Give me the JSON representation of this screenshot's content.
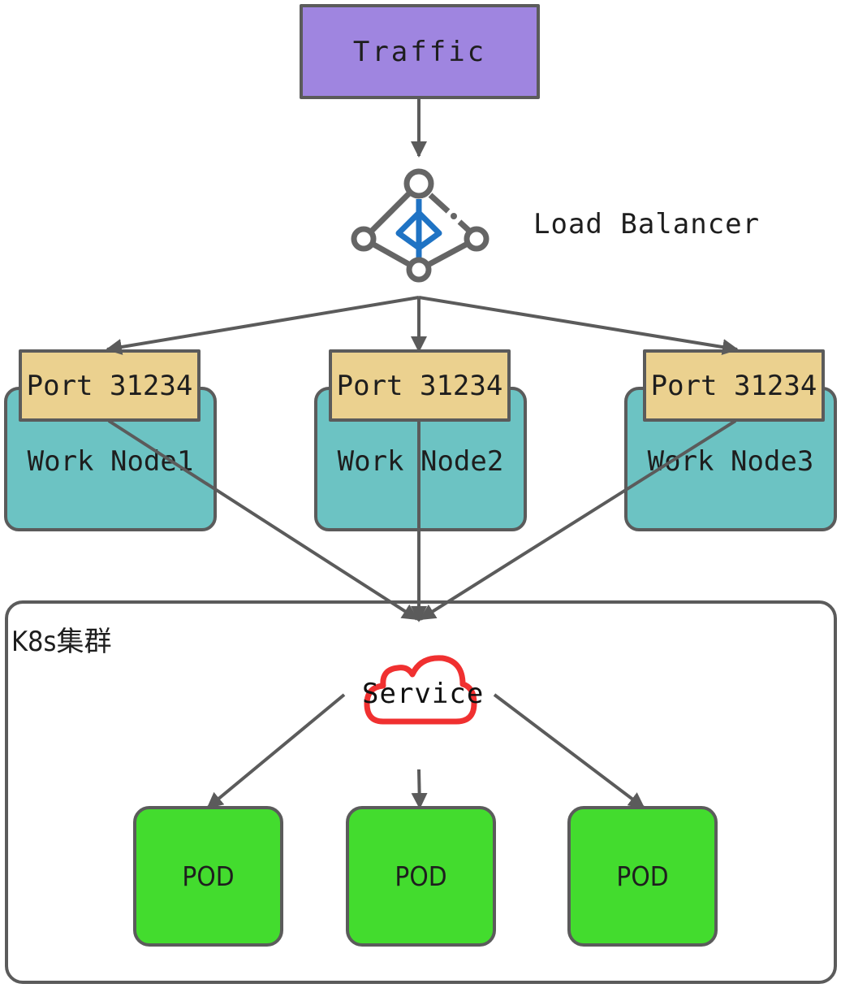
{
  "traffic": {
    "label": "Traffic"
  },
  "load_balancer": {
    "label": "Load Balancer",
    "icon": "load-balancer-icon"
  },
  "work_nodes": [
    {
      "label": "Work Node1",
      "port": "Port 31234"
    },
    {
      "label": "Work Node2",
      "port": "Port 31234"
    },
    {
      "label": "Work Node3",
      "port": "Port 31234"
    }
  ],
  "cluster": {
    "label": "K8s集群"
  },
  "service": {
    "label": "Service",
    "icon": "cloud-icon"
  },
  "pods": [
    {
      "label": "POD"
    },
    {
      "label": "POD"
    },
    {
      "label": "POD"
    }
  ],
  "colors": {
    "traffic_fill": "#9f85e0",
    "node_fill": "#6cc3c3",
    "port_fill": "#ebd18f",
    "pod_fill": "#43dc2e",
    "stroke": "#5b5b5b",
    "service_cloud": "#f03030",
    "lb_accent": "#1f73c4"
  }
}
